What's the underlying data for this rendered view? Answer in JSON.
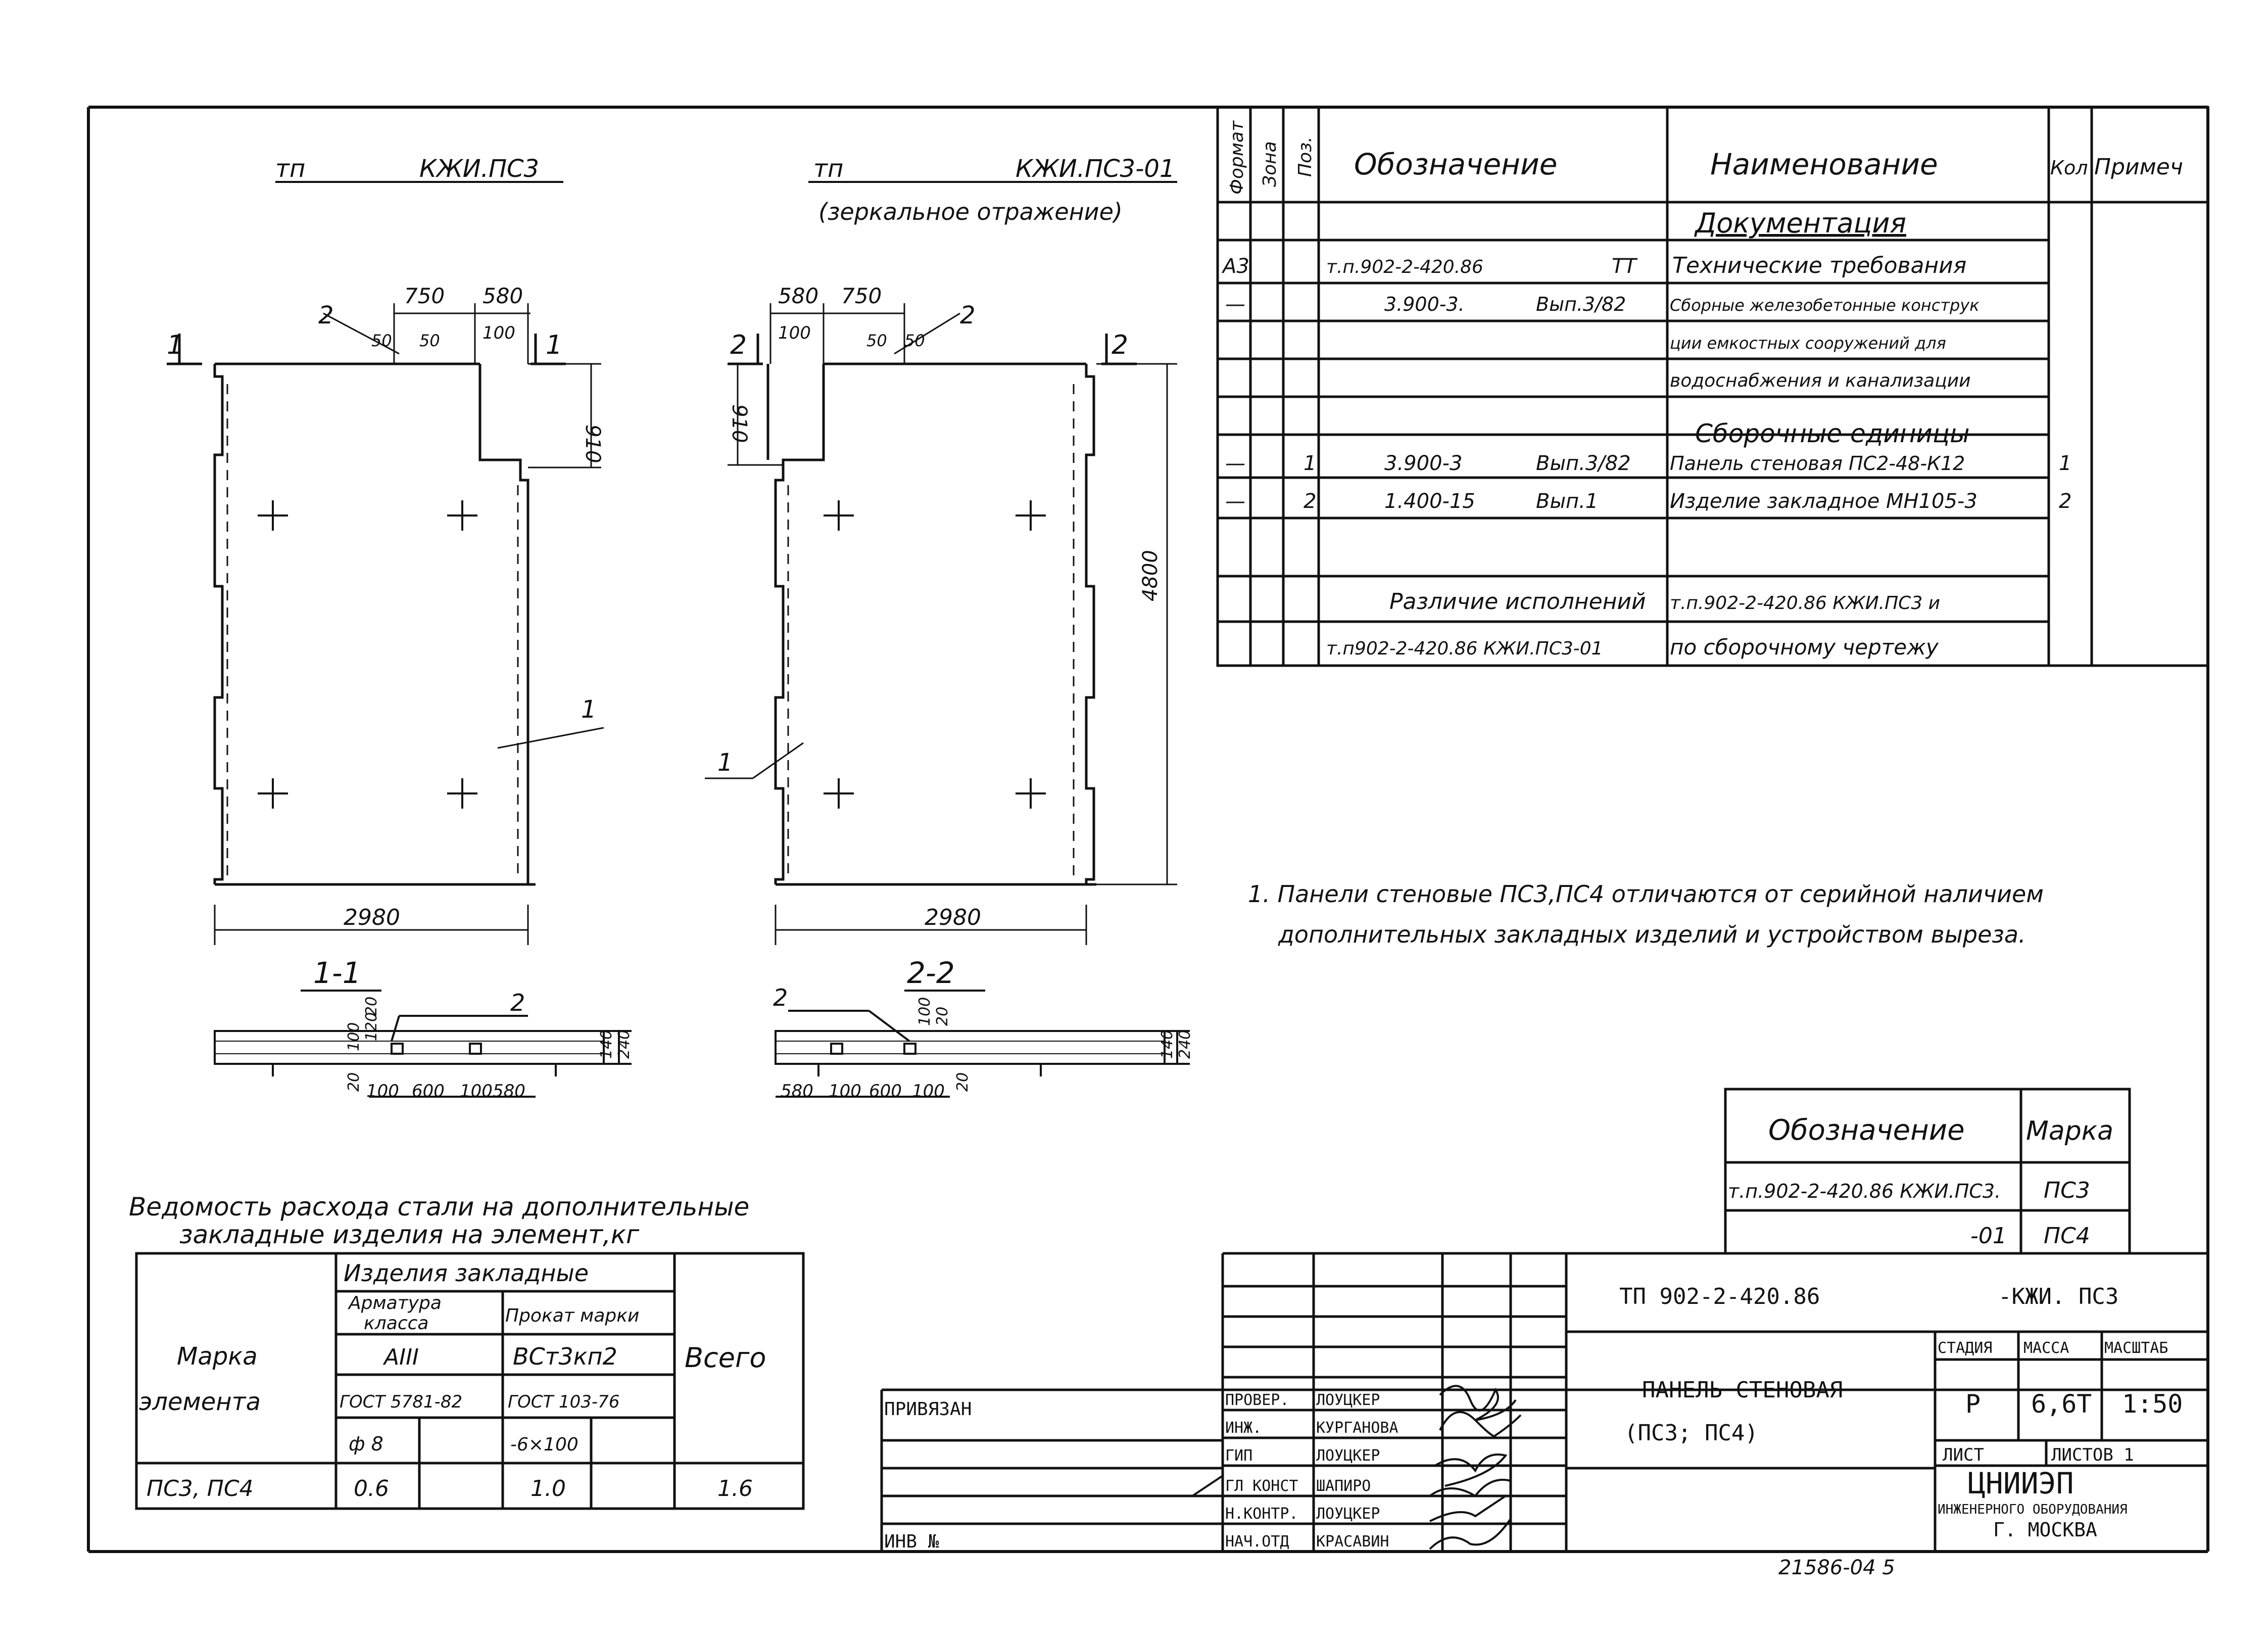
{
  "drawing_left": {
    "title_code": "тп",
    "title_mark": "КЖИ.ПС3",
    "dim_top_1": "750",
    "dim_top_2": "580",
    "dim_100": "100",
    "dim_50a": "50",
    "dim_50b": "50",
    "dim_910": "910",
    "dim_width": "2980",
    "cut_1": "1",
    "cut_1b": "1",
    "pos_2": "2",
    "pos_1": "1"
  },
  "drawing_right": {
    "title_code": "тп",
    "title_mark": "КЖИ.ПС3-01",
    "title_note": "(зеркальное отражение)",
    "dim_top_1": "580",
    "dim_top_2": "750",
    "dim_100": "100",
    "dim_50a": "50",
    "dim_50b": "50",
    "dim_910": "910",
    "dim_height": "4800",
    "dim_width": "2980",
    "cut_2": "2",
    "cut_2b": "2",
    "pos_2": "2",
    "pos_1": "1"
  },
  "sections": {
    "s1_title": "1-1",
    "s2_title": "2-2",
    "s1_pos": "2",
    "s2_pos": "2",
    "s1_dims": [
      "100",
      "600",
      "100",
      "580"
    ],
    "s2_dims": [
      "580",
      "100",
      "600",
      "100"
    ],
    "s1_v": [
      "20",
      "100",
      "120",
      "20"
    ],
    "s2_v": [
      "100",
      "20",
      "20"
    ],
    "h140": "140",
    "h240": "240"
  },
  "spec": {
    "headers": [
      "Формат",
      "Зона",
      "Поз.",
      "Обозначение",
      "Наименование",
      "Кол",
      "Примеч"
    ],
    "section_docs": "Документация",
    "section_asm": "Сборочные единицы",
    "rows": [
      {
        "fmt": "А3",
        "zone": "",
        "pos": "",
        "code": "т.п.902-2-420.86",
        "code2": "ТТ",
        "name": "Технические требования",
        "qty": ""
      },
      {
        "fmt": "—",
        "zone": "",
        "pos": "",
        "code": "3.900-3.",
        "code2": "Вып.3/82",
        "name": "Сборные железобетонные конструк",
        "qty": ""
      },
      {
        "fmt": "",
        "zone": "",
        "pos": "",
        "code": "",
        "code2": "",
        "name": "ции емкостных сооружений для",
        "qty": ""
      },
      {
        "fmt": "",
        "zone": "",
        "pos": "",
        "code": "",
        "code2": "",
        "name": "водоснабжения и канализации",
        "qty": ""
      },
      {
        "fmt": "—",
        "zone": "",
        "pos": "1",
        "code": "3.900-3",
        "code2": "Вып.3/82",
        "name": "Панель стеновая ПС2-48-К12",
        "qty": "1"
      },
      {
        "fmt": "—",
        "zone": "",
        "pos": "2",
        "code": "1.400-15",
        "code2": "Вып.1",
        "name": "Изделие закладное МН105-3",
        "qty": "2"
      }
    ],
    "diff_a": "Различие исполнений",
    "diff_b": "т.п.902-2-420.86 КЖИ.ПС3 и",
    "diff_c": "т.п902-2-420.86 КЖИ.ПС3-01",
    "diff_d": "по сборочному чертежу"
  },
  "note": {
    "line1": "1. Панели стеновые ПС3,ПС4 отличаются от серийной наличием",
    "line2": "дополнительных закладных изделий и устройством выреза."
  },
  "mark_table": {
    "h_code": "Обозначение",
    "h_mark": "Марка",
    "r1_code": "т.п.902-2-420.86 КЖИ.ПС3.",
    "r1_mark": "ПС3",
    "r2_code": "-01",
    "r2_mark": "ПС4"
  },
  "steel": {
    "title1": "Ведомость расхода стали на дополнительные",
    "title2": "закладные изделия на элемент,кг",
    "h_mark1": "Марка",
    "h_mark2": "элемента",
    "h_group": "Изделия закладные",
    "h_arm1": "Арматура",
    "h_arm2": "класса",
    "h_prokat": "Прокат марки",
    "h_total": "Всего",
    "arm_class": "АIII",
    "prokat_mark": "ВСт3кп2",
    "gost1": "ГОСТ 5781-82",
    "gost2": "ГОСТ 103-76",
    "d1": "ф 8",
    "d2": "-6×100",
    "row_mark": "ПС3, ПС4",
    "v1": "0.6",
    "v2": "1.0",
    "v3": "1.6"
  },
  "titleblock": {
    "project": "ТП 902-2-420.86",
    "mark": "-КЖИ. ПС3",
    "name1": "ПАНЕЛЬ СТЕНОВАЯ",
    "name2": "(ПС3; ПС4)",
    "h_stage": "СТАДИЯ",
    "h_mass": "МАССА",
    "h_scale": "МАСШТАБ",
    "stage": "Р",
    "mass": "6,6Т",
    "scale": "1:50",
    "sheet": "ЛИСТ",
    "sheets": "ЛИСТОВ 1",
    "org1": "ЦНИИЭП",
    "org2": "ИНЖЕНЕРНОГО ОБОРУДОВАНИЯ",
    "org3": "Г. МОСКВА",
    "privyazan": "ПРИВЯЗАН",
    "inv": "ИНВ №",
    "roles": [
      "ПРОВЕР.",
      "ИНЖ.",
      "ГИП",
      "ГЛ КОНСТ",
      "Н.КОНТР.",
      "НАЧ.ОТД"
    ],
    "people": [
      "ЛОУЦКЕР",
      "КУРГАНОВА",
      "ЛОУЦКЕР",
      "ШАПИРО",
      "ЛОУЦКЕР",
      "КРАСАВИН"
    ]
  },
  "footer_code": "21586-04  5",
  "colors": {
    "ink": "#111111",
    "paper": "#ffffff"
  }
}
